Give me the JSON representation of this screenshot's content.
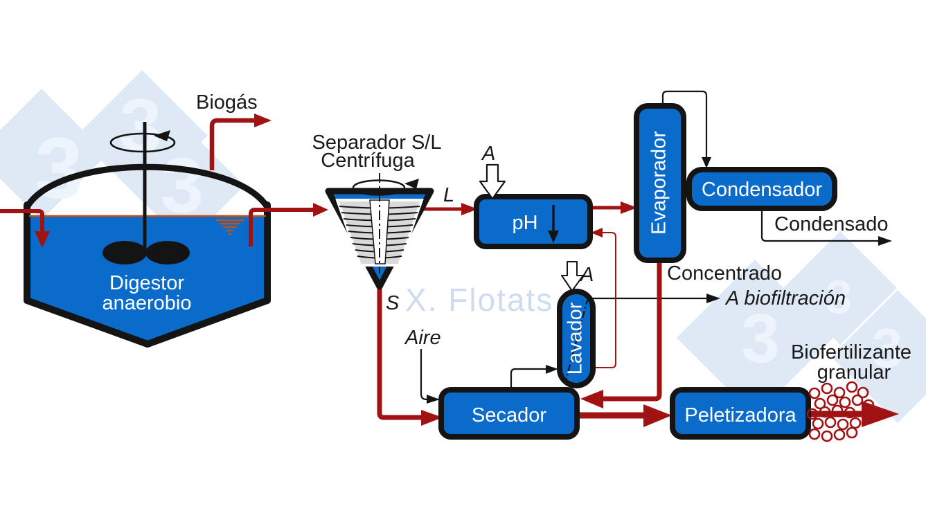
{
  "watermark": {
    "brand_glyph": "3",
    "author": "X. Flotats"
  },
  "units": {
    "digester_l1": "Digestor",
    "digester_l2": "anaerobio",
    "separator_l1": "Separador S/L",
    "separator_l2": "Centrífuga",
    "ph": "pH",
    "evaporator": "Evaporador",
    "condenser": "Condensador",
    "scrubber": "Lavador",
    "dryer": "Secador",
    "pelletizer": "Peletizadora"
  },
  "streams": {
    "biogas": "Biogás",
    "liquid": "L",
    "solid": "S",
    "acid": "A",
    "air": "Aire",
    "condensate": "Condensado",
    "concentrate": "Concentrado",
    "biofiltration": "A biofiltración",
    "biofertilizer_l1": "Biofertilizante",
    "biofertilizer_l2": "granular"
  },
  "colors": {
    "vessel_blue": "#0b6bca",
    "flow_red": "#a11213",
    "outline_black": "#141414",
    "waterline_orange": "#c4510f",
    "watermark_diamond": "#dfe9f5",
    "watermark_text": "#cddcee"
  }
}
